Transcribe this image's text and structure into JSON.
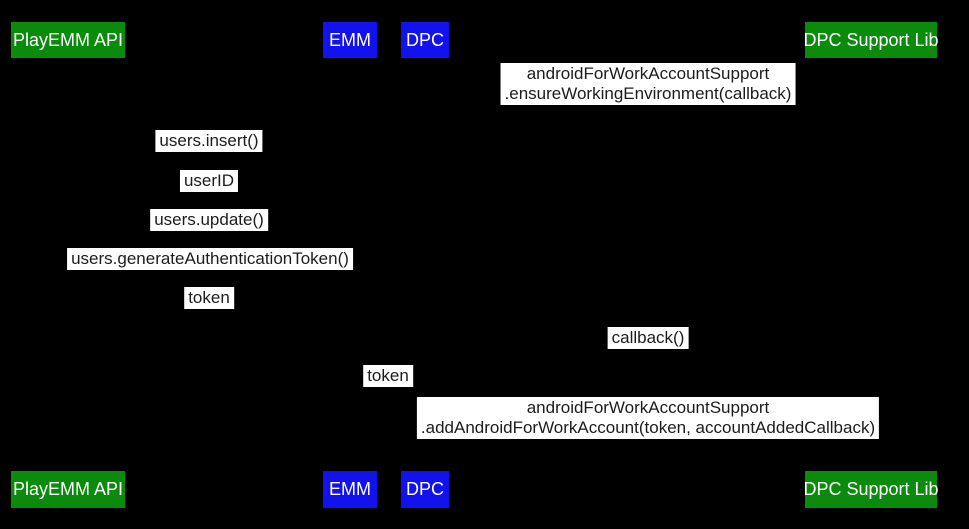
{
  "colors": {
    "background": "#000000",
    "participant_green": "#0b8b0b",
    "participant_blue": "#1212ee",
    "participant_text": "#ffffff",
    "label_bg": "#ffffff",
    "label_text": "#1c1c1c"
  },
  "participants": [
    {
      "label": "PlayEMM API",
      "color": "green"
    },
    {
      "label": "EMM",
      "color": "blue"
    },
    {
      "label": "DPC",
      "color": "blue"
    },
    {
      "label": "DPC Support Lib",
      "color": "green"
    }
  ],
  "messages": [
    {
      "line1": "androidForWorkAccountSupport",
      "line2": ".ensureWorkingEnvironment(callback)"
    },
    {
      "text": "users.insert()"
    },
    {
      "text": "userID"
    },
    {
      "text": "users.update()"
    },
    {
      "text": "users.generateAuthenticationToken()"
    },
    {
      "text": "token"
    },
    {
      "text": "callback()"
    },
    {
      "text": "token"
    },
    {
      "line1": "androidForWorkAccountSupport",
      "line2": ".addAndroidForWorkAccount(token, accountAddedCallback)"
    }
  ]
}
